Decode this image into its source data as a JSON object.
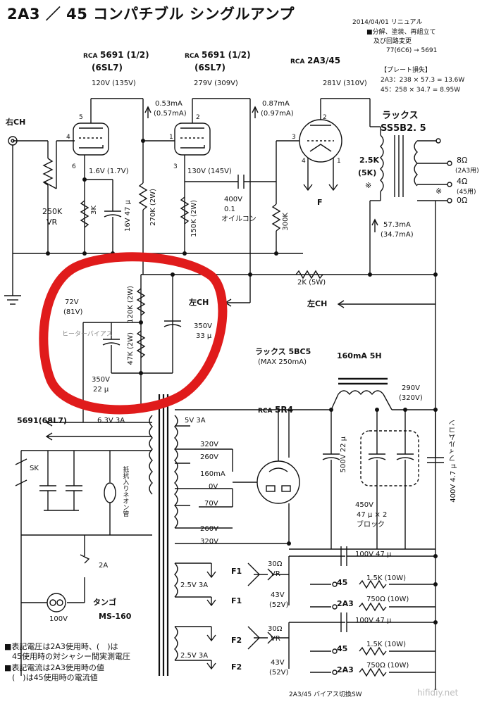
{
  "title": "2A3 ／ 45 コンパチブル シングルアンプ",
  "revision": {
    "date": "2014/04/01 リニュアル",
    "items": [
      "■分解、塗装、再組立て",
      "及び回路変更",
      "77(6C6) → 5691"
    ],
    "plate_loss_title": "【プレート損失】",
    "plate_loss_2a3": "2A3：238 × 57.3 = 13.6W",
    "plate_loss_45": "45：258 × 34.7 = 8.95W"
  },
  "tubes": {
    "v1_prefix": "RCA",
    "v1_name": "5691 (1/2)",
    "v1_sub": "(6SL7)",
    "v2_prefix": "RCA",
    "v2_name": "5691 (1/2)",
    "v2_sub": "(6SL7)",
    "v3_prefix": "RCA",
    "v3_name": "2A3/45",
    "rect_prefix": "RCA",
    "rect_name": "5R4"
  },
  "pins": [
    "5",
    "4",
    "6",
    "2",
    "1",
    "3",
    "2",
    "3",
    "4",
    "1"
  ],
  "input": {
    "label": "右CH",
    "vr_label": "250K",
    "vr_sub": "VR"
  },
  "stage1": {
    "plate_v": "120V (135V)",
    "current_a": "0.53mA",
    "current_b": "(0.57mA)",
    "cathode_v": "1.6V (1.7V)",
    "rk": "3K",
    "ck": "16V 47 μ",
    "rl": "270K (2W)"
  },
  "stage2": {
    "plate_v": "279V (309V)",
    "current_a": "0.87mA",
    "current_b": "(0.97mA)",
    "cathode_v": "130V (145V)",
    "rk": "150K (2W)",
    "cc_a": "400V",
    "cc_b": "0.1",
    "cc_c": "オイルコン",
    "rg": "300K"
  },
  "output": {
    "plate_v": "281V (310V)",
    "filament": "F",
    "trans_a": "ラックス",
    "trans_b": "SS5B2. 5",
    "imp_a": "2.5K",
    "imp_b": "(5K)",
    "mark": "※",
    "tap8": "8Ω",
    "tap8_note": "(2A3用)",
    "tap4": "4Ω",
    "tap4_note": "(45用)",
    "tap0": "0Ω",
    "mark2": "※",
    "current_a": "57.3mA",
    "current_b": "(34.7mA)"
  },
  "decoupling": {
    "v_a": "72V",
    "v_b": "(81V)",
    "r1": "120K (2W)",
    "r2": "47K (2W)",
    "c1_a": "350V",
    "c1_b": "33 μ",
    "c2_a": "350V",
    "c2_b": "22 μ",
    "left_ch": "左CH",
    "r_bus": "2K (5W)",
    "left_ch_out": "左CH"
  },
  "heater_note": "ヒーターバイアス",
  "psu": {
    "choke_a": "ラックス 5BC5",
    "choke_b": "(MAX 250mA)",
    "choke_c": "160mA 5H",
    "b_v_a": "290V",
    "b_v_b": "(320V)",
    "c_in": "500V 22 μ",
    "c_block_a": "450V",
    "c_block_b": "47 μ × 2",
    "c_block_c": "ブロック",
    "c_film": "400V 4.7 μ フィルムコン"
  },
  "transformer": {
    "tube_feed": "5691(6SL7)",
    "h1": "6.3V 3A",
    "h2": "5V 3A",
    "s320a": "320V",
    "s260a": "260V",
    "s160": "160mA",
    "s0": "0V",
    "s70": "70V",
    "s260b": "260V",
    "s320b": "320V",
    "make_a": "タンゴ",
    "make_b": "MS-160"
  },
  "mains": {
    "switch": "SK",
    "lamp": "抵抗入りネオン管",
    "fuse": "2A",
    "voltage": "100V"
  },
  "filaments": {
    "a_v": "2.5V 3A",
    "a_f1": "F1",
    "a_f1b": "F1",
    "b_v": "2.5V 3A",
    "b_f2": "F2",
    "b_f2b": "F2"
  },
  "bias": {
    "vr_a": "30Ω",
    "vr_b": "VR",
    "v_a": "43V",
    "v_b": "(52V)",
    "cap": "100V 47 μ",
    "r1": "1.5K (10W)",
    "r2": "750Ω (10W)",
    "t45": "45",
    "t2a3": "2A3",
    "vr2_a": "30Ω",
    "vr2_b": "VR",
    "v2_a": "43V",
    "v2_b": "(52V)",
    "cap2": "100V 47 μ",
    "r3": "1.5K (10W)",
    "r4": "750Ω (10W)",
    "t45b": "45",
    "t2a3b": "2A3",
    "switch_label": "2A3/45 バイアス切換SW"
  },
  "notes": [
    "■表記電圧は2A3使用時、(　)は",
    "　45使用時の対シャシー間実測電圧",
    "■表記電流は2A3使用時の値",
    "　(　)は45使用時の電流値"
  ],
  "watermark": "hifidiy.net",
  "highlight_color": "#e01b1b"
}
